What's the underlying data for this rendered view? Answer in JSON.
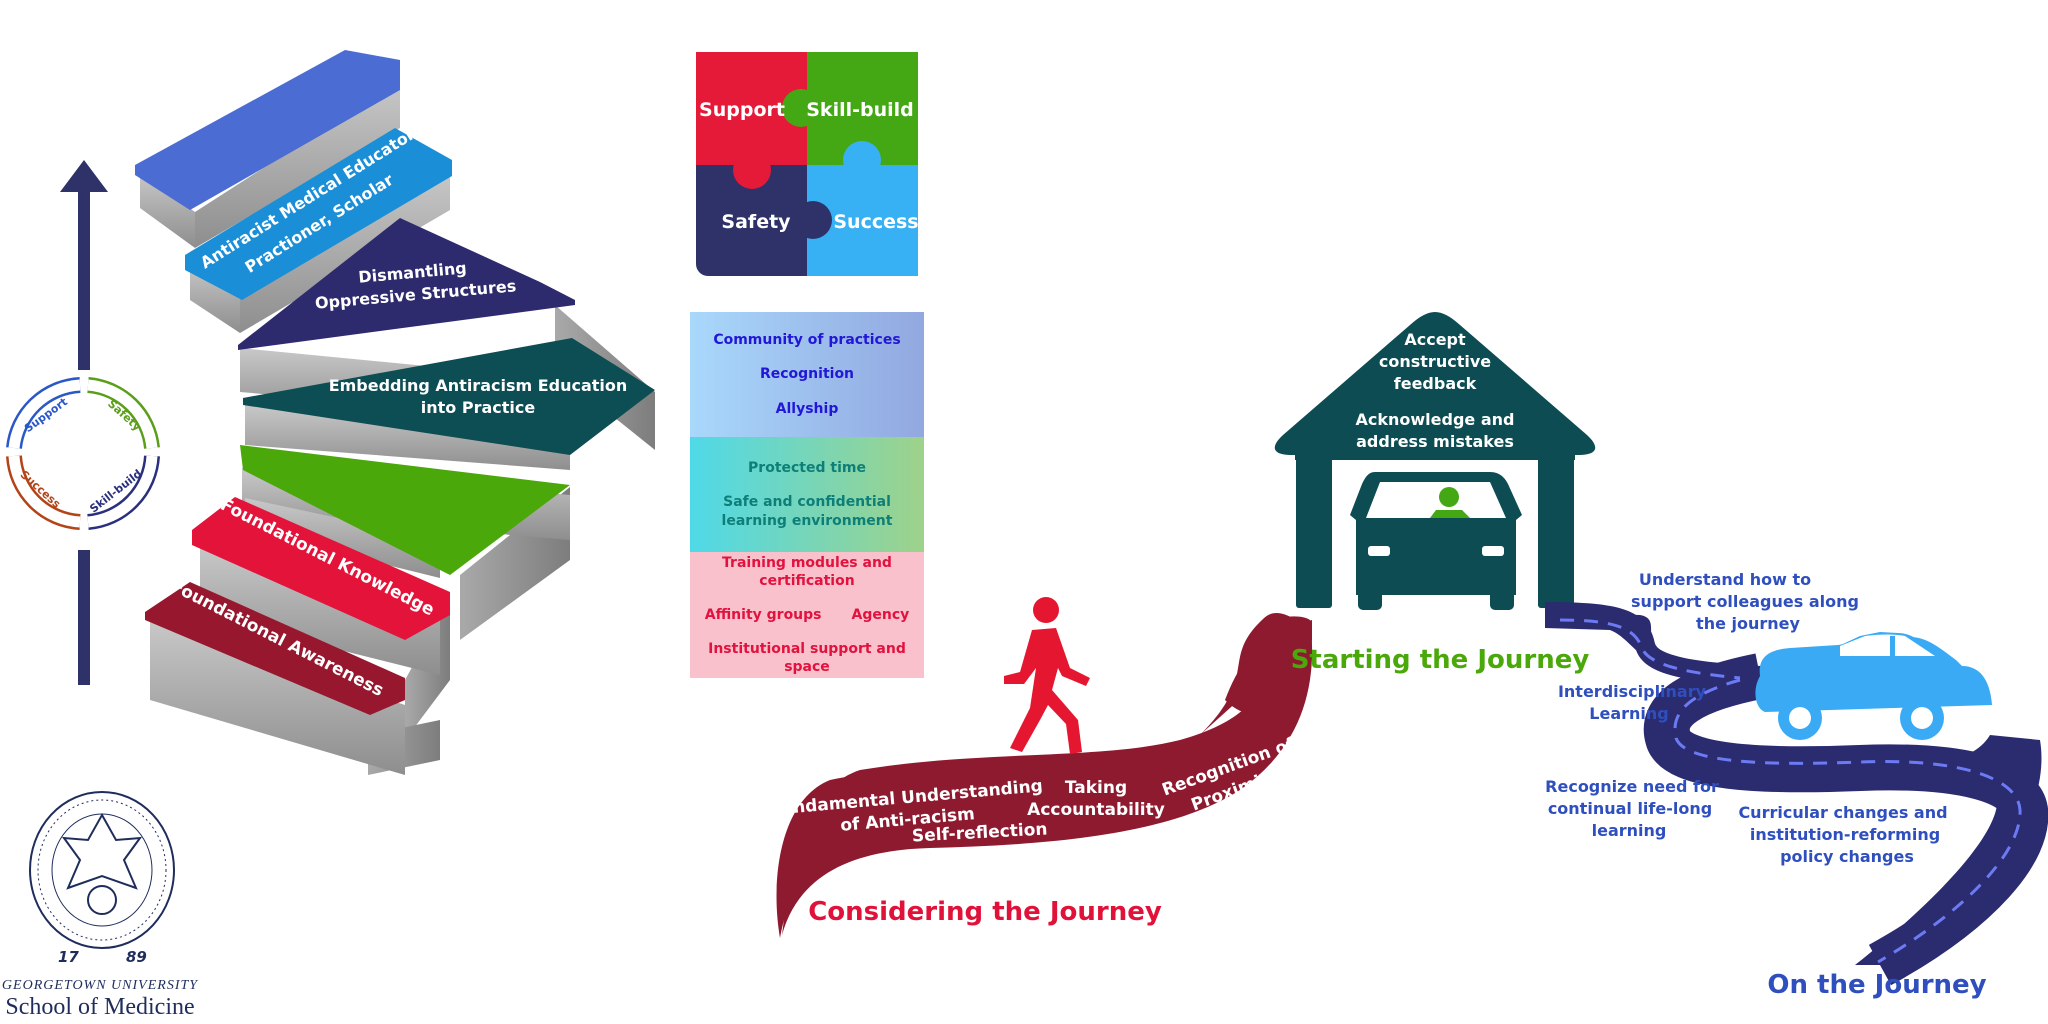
{
  "staircase": {
    "steps": [
      "Antiracist Medical Educator,",
      "Practioner,  Scholar",
      "Dismantling",
      "Oppressive Structures",
      "Embedding Antiracism Education",
      "into Practice",
      "Foundational Knowledge",
      "Foundational Awareness"
    ]
  },
  "cycle": {
    "labels": [
      "Support",
      "Safety",
      "Skill-build",
      "Success"
    ]
  },
  "puzzle": {
    "pieces": [
      "Support",
      "Skill-build",
      "Safety",
      "Success"
    ]
  },
  "panels": {
    "blue": [
      "Community of practices",
      "Recognition",
      "Allyship"
    ],
    "green": [
      "Protected time",
      "Safe and confidential learning environment"
    ],
    "pink": [
      "Training modules and certification",
      "Affinity groups",
      "Agency",
      "Institutional support and space"
    ]
  },
  "considering": {
    "title": "Considering the Journey",
    "road_labels": [
      "Fundamental Understanding",
      "of Anti-racism",
      "Self-reflection",
      "Taking",
      "Accountability",
      "Recognition of",
      "Proximity"
    ]
  },
  "starting": {
    "title": "Starting the Journey",
    "roof_lines": [
      "Accept",
      "constructive",
      "feedback",
      "Acknowledge and",
      "address mistakes"
    ]
  },
  "on_journey": {
    "title": "On the Journey",
    "labels": [
      "Understand how to",
      "support colleagues along",
      "the journey",
      "Interdisciplinary",
      "Learning",
      "Recognize need for",
      "continual life-long",
      "learning",
      "Curricular changes and",
      "institution-reforming",
      "policy changes"
    ]
  },
  "logo": {
    "seal_year": [
      "17",
      "89"
    ],
    "university": "GEORGETOWN UNIVERSITY",
    "school": "School of Medicine"
  },
  "colors": {
    "step_top": "#4b6cd3",
    "step_educator": "#1a8fd8",
    "step_dismantle": "#2e2a6e",
    "step_embed": "#0d4d54",
    "step_green": "#4aa80a",
    "step_knowledge": "#e3133a",
    "step_awareness": "#96172e",
    "arrow": "#2e3269",
    "road_red": "#8e1a30",
    "road_navy": "#2b2b70",
    "garage": "#0c4c52",
    "car_blue": "#3aaaf5",
    "title_red": "#e0123a",
    "title_green": "#4aa80a",
    "title_blue": "#2f4fbf",
    "label_blue": "#2f4fbf"
  }
}
